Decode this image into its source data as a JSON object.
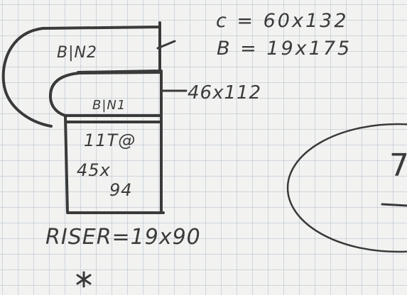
{
  "labels": {
    "c_dim": "c = 60x132",
    "b_dim": "B = 19x175",
    "bin2": "B|N2",
    "bin1": "B|N1",
    "bin1_dim": "46x112",
    "compartment_line1": "11T@",
    "compartment_line2": "45x",
    "compartment_line3": "94",
    "riser": "RISER=19x90",
    "asterisk": "*",
    "fragment": "7"
  },
  "ink_color": "#3a3a3a"
}
